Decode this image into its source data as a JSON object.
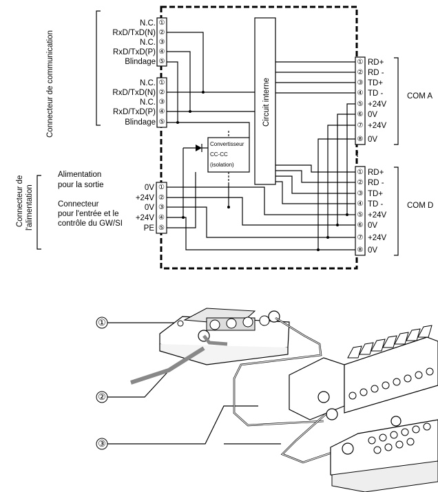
{
  "side_labels": {
    "communication": "Connecteur de communication",
    "alimentation_line1": "Connecteur de",
    "alimentation_line2": "l'alimentation"
  },
  "comm_pins_top": [
    {
      "num": "①",
      "label": "N.C."
    },
    {
      "num": "②",
      "label": "RxD/TxD(N)"
    },
    {
      "num": "③",
      "label": "N.C."
    },
    {
      "num": "④",
      "label": "RxD/TxD(P)"
    },
    {
      "num": "⑤",
      "label": "Blindage"
    }
  ],
  "comm_pins_bottom": [
    {
      "num": "①",
      "label": "N.C."
    },
    {
      "num": "②",
      "label": "RxD/TxD(N)"
    },
    {
      "num": "③",
      "label": "N.C."
    },
    {
      "num": "④",
      "label": "RxD/TxD(P)"
    },
    {
      "num": "⑤",
      "label": "Blindage"
    }
  ],
  "circuit_label": "Circuit interne",
  "converter": {
    "line1": "Convertisseur",
    "line2": "CC-CC",
    "line3": "(isolation)"
  },
  "power_text": {
    "alim_line1": "Alimentation",
    "alim_line2": "pour la sortie",
    "conn_line1": "Connecteur",
    "conn_line2": "pour l'entrée et le",
    "conn_line3": "contrôle du GW/SI"
  },
  "power_pins": [
    {
      "num": "①",
      "label": "0V"
    },
    {
      "num": "②",
      "label": "+24V"
    },
    {
      "num": "③",
      "label": "0V"
    },
    {
      "num": "④",
      "label": "+24V"
    },
    {
      "num": "⑤",
      "label": "PE"
    }
  ],
  "com_a": {
    "label": "COM A",
    "pins": [
      {
        "num": "①",
        "label": "RD+"
      },
      {
        "num": "②",
        "label": "RD -"
      },
      {
        "num": "③",
        "label": "TD+"
      },
      {
        "num": "④",
        "label": "TD -"
      },
      {
        "num": "⑤",
        "label": "+24V"
      },
      {
        "num": "⑥",
        "label": "0V"
      },
      {
        "num": "⑦",
        "label": "+24V"
      },
      {
        "num": "⑧",
        "label": "0V"
      }
    ]
  },
  "com_d": {
    "label": "COM D",
    "pins": [
      {
        "num": "①",
        "label": "RD+"
      },
      {
        "num": "②",
        "label": "RD -"
      },
      {
        "num": "③",
        "label": "TD+"
      },
      {
        "num": "④",
        "label": "TD -"
      },
      {
        "num": "⑤",
        "label": "+24V"
      },
      {
        "num": "⑥",
        "label": "0V"
      },
      {
        "num": "⑦",
        "label": "+24V"
      },
      {
        "num": "⑧",
        "label": "0V"
      }
    ]
  },
  "separator": "≀",
  "callouts": [
    "①",
    "②",
    "③"
  ]
}
